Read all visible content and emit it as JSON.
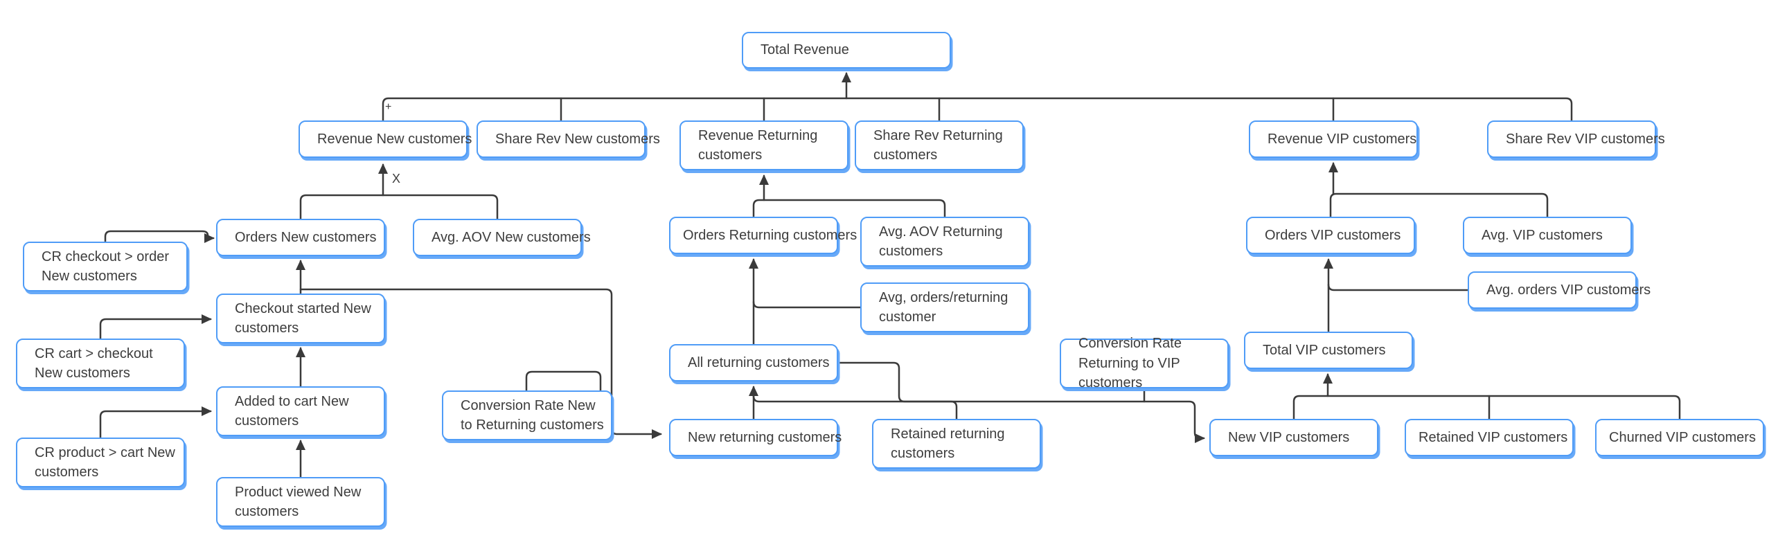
{
  "diagram": {
    "type": "kpi-tree-flowchart",
    "nodes": [
      {
        "id": "total-revenue",
        "label": "Total Revenue"
      },
      {
        "id": "revenue-new",
        "label": "Revenue New customers"
      },
      {
        "id": "share-rev-new",
        "label": "Share Rev New customers"
      },
      {
        "id": "revenue-returning",
        "label": "Revenue Returning customers"
      },
      {
        "id": "share-rev-returning",
        "label": "Share Rev Returning customers"
      },
      {
        "id": "revenue-vip",
        "label": "Revenue VIP customers"
      },
      {
        "id": "share-rev-vip",
        "label": "Share Rev VIP customers"
      },
      {
        "id": "orders-new",
        "label": "Orders New customers"
      },
      {
        "id": "avg-aov-new",
        "label": "Avg. AOV New customers"
      },
      {
        "id": "orders-returning",
        "label": "Orders Returning customers"
      },
      {
        "id": "avg-aov-returning",
        "label": "Avg. AOV Returning customers"
      },
      {
        "id": "orders-vip",
        "label": "Orders VIP customers"
      },
      {
        "id": "avg-vip",
        "label": "Avg. VIP customers"
      },
      {
        "id": "avg-orders-returning",
        "label": "Avg, orders/returning customer"
      },
      {
        "id": "avg-orders-vip",
        "label": "Avg. orders VIP customers"
      },
      {
        "id": "cr-checkout-order",
        "label": "CR checkout > order New customers"
      },
      {
        "id": "checkout-started",
        "label": "Checkout started New customers"
      },
      {
        "id": "cr-cart-checkout",
        "label": "CR cart > checkout New customers"
      },
      {
        "id": "added-to-cart",
        "label": "Added to cart New customers"
      },
      {
        "id": "cr-product-cart",
        "label": "CR product > cart New customers"
      },
      {
        "id": "product-viewed",
        "label": "Product viewed New customers"
      },
      {
        "id": "conversion-new-returning",
        "label": "Conversion Rate New to Returning customers"
      },
      {
        "id": "all-returning",
        "label": "All returning customers"
      },
      {
        "id": "new-returning",
        "label": "New returning customers"
      },
      {
        "id": "retained-returning",
        "label": "Retained returning customers"
      },
      {
        "id": "conversion-returning-vip",
        "label": "Conversion Rate Returning to VIP customers"
      },
      {
        "id": "total-vip",
        "label": "Total VIP customers"
      },
      {
        "id": "new-vip",
        "label": "New VIP customers"
      },
      {
        "id": "retained-vip",
        "label": "Retained VIP customers"
      },
      {
        "id": "churned-vip",
        "label": "Churned VIP customers"
      }
    ],
    "edge_labels": {
      "plus": "+",
      "times": "X"
    },
    "colors": {
      "node_border": "#4f9cf7",
      "node_shadow": "#67a9f8",
      "node_background": "#ffffff",
      "connector": "#3a3a3a",
      "text": "#3d3d3d",
      "background": "#ffffff"
    }
  }
}
